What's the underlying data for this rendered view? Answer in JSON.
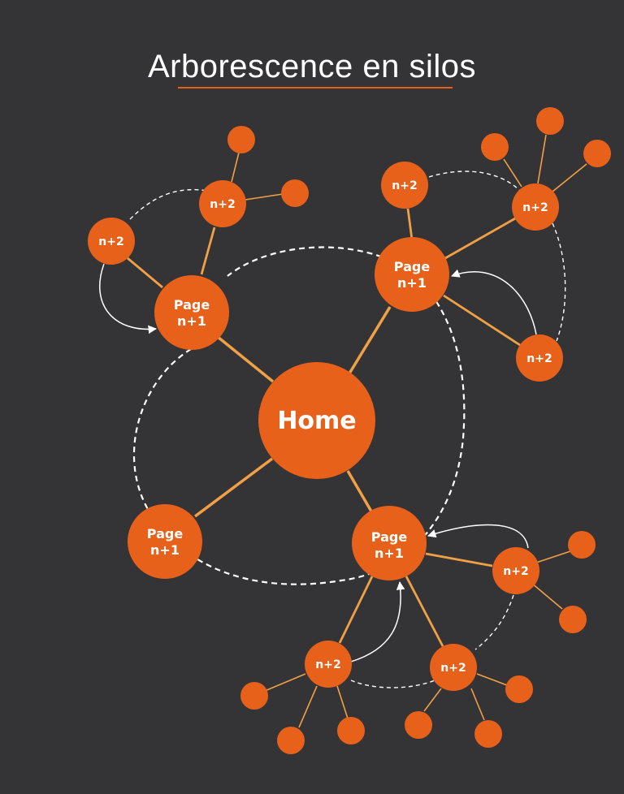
{
  "title": "Arborescence en silos",
  "colors": {
    "background": "#343436",
    "node": "#e8611a",
    "edge": "#f0a045",
    "dashed": "#ffffff"
  },
  "labels": {
    "home": "Home",
    "page_line1": "Page",
    "page_line2": "n+1",
    "child": "n+2"
  }
}
